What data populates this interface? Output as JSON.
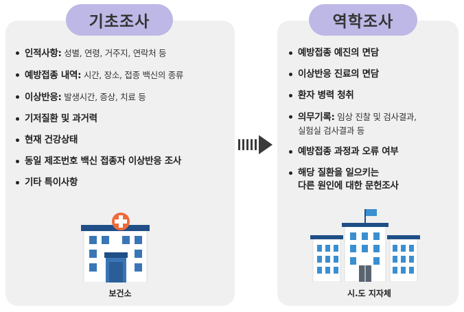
{
  "left": {
    "title": "기초조사",
    "items": [
      {
        "label": "인적사항:",
        "detail": " 성별, 연령, 거주지, 연락처 등"
      },
      {
        "label": "예방접종 내역:",
        "detail": " 시간, 장소, 접종 백신의 종류"
      },
      {
        "label": "이상반응:",
        "detail": " 발생시간, 증상, 치료 등"
      },
      {
        "label": "기저질환 및 과거력",
        "detail": ""
      },
      {
        "label": "현재 건강상태",
        "detail": ""
      },
      {
        "label": "동일 제조번호 백신 접종자 이상반응 조사",
        "detail": ""
      },
      {
        "label": "기타 특이사항",
        "detail": ""
      }
    ],
    "caption": "보건소",
    "icon": "health-center-building-icon"
  },
  "right": {
    "title": "역학조사",
    "items": [
      {
        "label": "예방접종 예진의 면담",
        "detail": "",
        "line2": ""
      },
      {
        "label": "이상반응 진료의 면담",
        "detail": "",
        "line2": ""
      },
      {
        "label": "환자 병력 청취",
        "detail": "",
        "line2": ""
      },
      {
        "label": "의무기록:",
        "detail": " 임상 진찰 및 검사결과,",
        "line2": "실험실 검사결과 등"
      },
      {
        "label": "예방접종 과정과 오류 여부",
        "detail": "",
        "line2": ""
      },
      {
        "label": "해당 질환을 일으키는",
        "detail": "",
        "line2": "다른 원인에 대한 문헌조사"
      }
    ],
    "caption": "시.도 지자체",
    "icon": "government-building-icon"
  },
  "arrow_icon": "dashed-right-arrow-icon",
  "colors": {
    "pill": "#bdb8e6",
    "panel": "#f0f0f0",
    "building_blue": "#3a76b6",
    "cross_orange": "#ef6a3a"
  }
}
